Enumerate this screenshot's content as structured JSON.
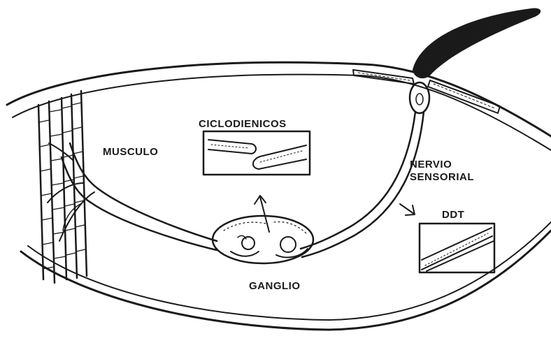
{
  "labels": {
    "musculo": "MUSCULO",
    "ciclodienicos": "CICLODIENICOS",
    "nervio_line1": "NERVIO",
    "nervio_line2": "SENSORIAL",
    "ddt": "DDT",
    "ganglio": "GANGLIO"
  },
  "colors": {
    "ink": "#1a1a1a",
    "paper": "#ffffff"
  }
}
